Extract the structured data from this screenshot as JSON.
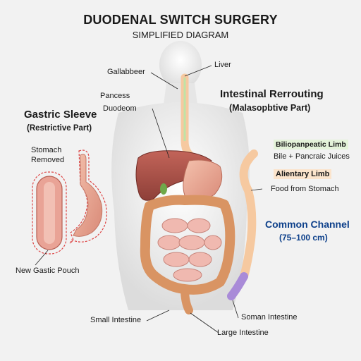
{
  "title": "DUODENAL SWITCH SURGERY",
  "subtitle": "SIMPLIFIED DIAGRAM",
  "labels": {
    "gallbladder": "Gallabbeer",
    "liver": "Liver",
    "pancreas": "Pancess",
    "duodenum": "Duodeom",
    "stomach_removed": "Stomach\nRemoved",
    "new_pouch": "New Gastic Pouch",
    "small_intestine": "Small Intestine",
    "large_intestine": "Large Intestine",
    "soman_intestine": "Soman Intestine",
    "food": "Food from Stomach",
    "bile_juices": "Bile + Pancraic Juices"
  },
  "gastric_sleeve": {
    "heading": "Gastric Sleeve",
    "subheading": "(Restrictive Part)"
  },
  "rerouting": {
    "heading": "Intestinal Rerrouting",
    "subheading": "(Malasopbtive Part)"
  },
  "limbs": {
    "biliopancreatic": "Biliopanpeatic Limb",
    "alimentary": "Alientary Limb",
    "common_channel": "Common Channel",
    "common_channel_length": "(75–100 cm)"
  },
  "colors": {
    "biliary_limb": "#bfe3a6",
    "alimentary_limb": "#f6c9a0",
    "common_channel": "#a98bd8",
    "liver": "#a8524a",
    "intestine": "#e7a9a3",
    "large_intestine": "#d99463",
    "highlight_blue": "#0c3f8a"
  }
}
